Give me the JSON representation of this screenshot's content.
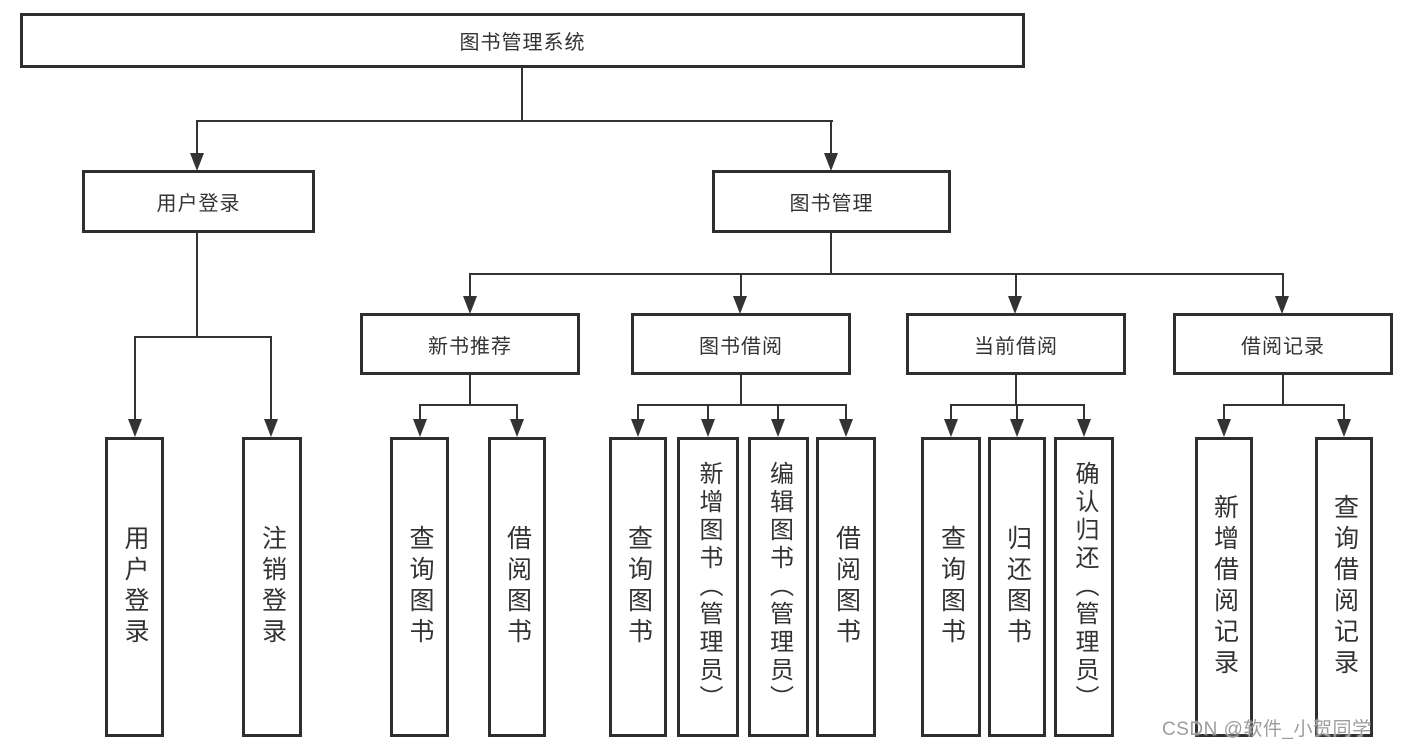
{
  "diagram": {
    "title": "图书管理系统",
    "level2": [
      {
        "label": "用户登录"
      },
      {
        "label": "图书管理"
      }
    ],
    "level3": [
      {
        "label": "新书推荐"
      },
      {
        "label": "图书借阅"
      },
      {
        "label": "当前借阅"
      },
      {
        "label": "借阅记录"
      }
    ],
    "leaves": [
      {
        "label": "用户登录"
      },
      {
        "label": "注销登录"
      },
      {
        "label": "查询图书"
      },
      {
        "label": "借阅图书"
      },
      {
        "label": "查询图书"
      },
      {
        "label": "新增图书（管理员）"
      },
      {
        "label": "编辑图书（管理员）"
      },
      {
        "label": "借阅图书"
      },
      {
        "label": "查询图书"
      },
      {
        "label": "归还图书"
      },
      {
        "label": "确认归还（管理员）"
      },
      {
        "label": "新增借阅记录"
      },
      {
        "label": "查询借阅记录"
      }
    ],
    "watermark": "CSDN @软件_小贺同学",
    "colors": {
      "line": "#333333",
      "box_border": "#2e2e2e",
      "text": "#333333",
      "watermark": "#9d9d9d",
      "background": "#ffffff"
    }
  }
}
